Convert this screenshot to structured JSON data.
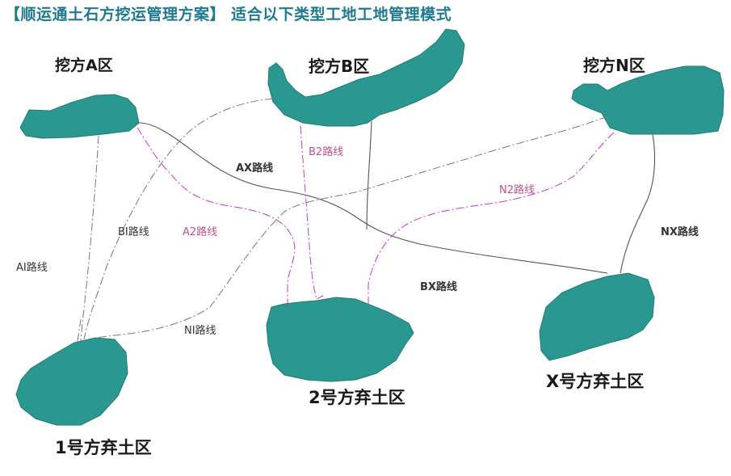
{
  "title": "【顺运通土石方挖运管理方案】 适合以下类型工地工地管理模式",
  "colors": {
    "area_fill": "#2a9890",
    "area_stroke": "#1f7c75",
    "title": "#1e7a90",
    "road_gray": "#555555",
    "road_dashdot": "#777777",
    "road_pink": "#cc33cc"
  },
  "zones": {
    "dig_a": "挖方A区",
    "dig_b": "挖方B区",
    "dig_n": "挖方N区",
    "dump_1": "1号方弃土区",
    "dump_2": "2号方弃土区",
    "dump_x": "X号方弃土区"
  },
  "routes": {
    "ax": "AX路线",
    "b2": "B2路线",
    "n2": "N2路线",
    "bi": "BI路线",
    "a2": "A2路线",
    "ai": "AI路线",
    "ni": "NI路线",
    "bx": "BX路线",
    "nx": "NX路线"
  }
}
